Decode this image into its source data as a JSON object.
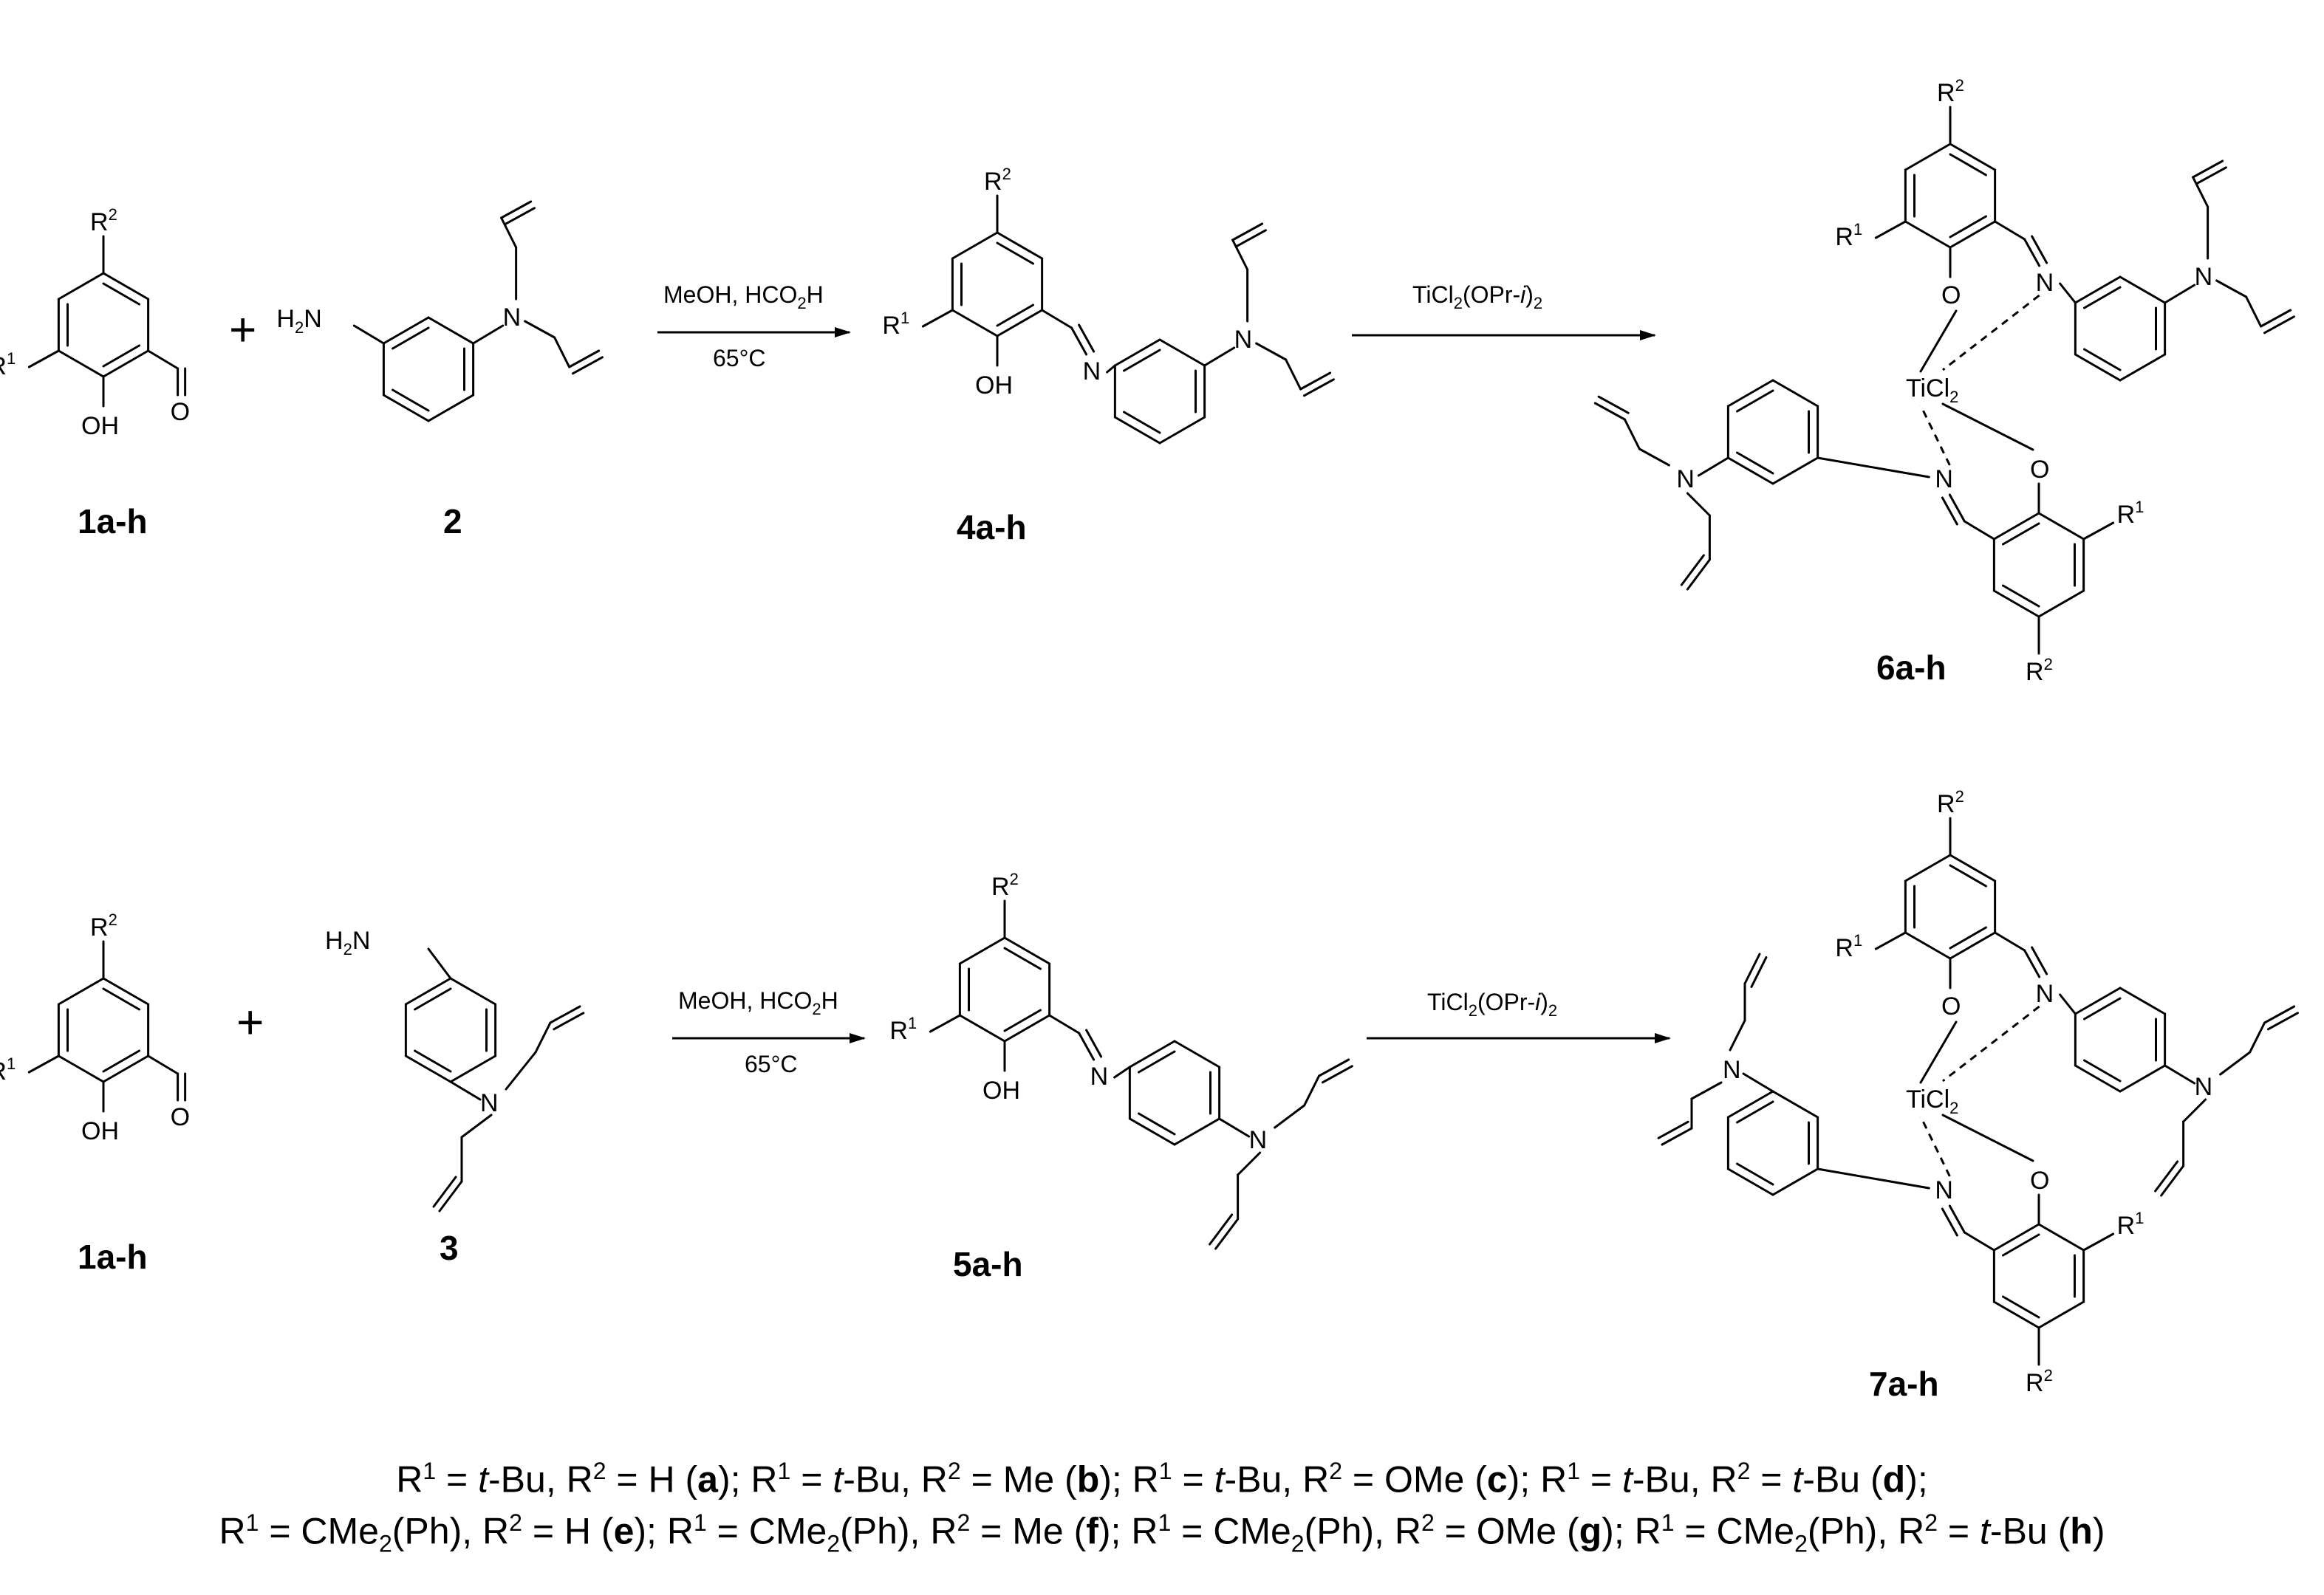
{
  "compound_labels": {
    "aldehyde_top": "1a-h",
    "amine_top": "2",
    "imine_top": "4a-h",
    "complex_top": "6a-h",
    "aldehyde_bottom": "1a-h",
    "amine_bottom": "3",
    "imine_bottom": "5a-h",
    "complex_bottom": "7a-h"
  },
  "atoms": {
    "R": "R",
    "sup1": "1",
    "sup2": "2",
    "OH": "OH",
    "O": "O",
    "N": "N",
    "H2N_H": "H",
    "H2N_sub": "2",
    "H2N_N": "N",
    "TiCl": "TiCl",
    "TiCl_sub": "2",
    "plus": "+"
  },
  "conditions": {
    "step1_line1_a": "MeOH, HCO",
    "step1_line1_sub": "2",
    "step1_line1_b": "H",
    "step1_line2": "65°C",
    "step2_a": "TiCl",
    "step2_sub": "2",
    "step2_b": "(OPr-",
    "step2_i": "i",
    "step2_c": ")",
    "step2_sub2": "2"
  },
  "legend": {
    "line1": [
      {
        "r1": "t-Bu",
        "r2": "H",
        "code": "a"
      },
      {
        "r1": "t-Bu",
        "r2": "Me",
        "code": "b"
      },
      {
        "r1": "t-Bu",
        "r2": "OMe",
        "code": "c"
      },
      {
        "r1": "t-Bu",
        "r2": "t-Bu",
        "code": "d"
      }
    ],
    "line2": [
      {
        "r1": "CMe2(Ph)",
        "r2": "H",
        "code": "e"
      },
      {
        "r1": "CMe2(Ph)",
        "r2": "Me",
        "code": "f"
      },
      {
        "r1": "CMe2(Ph)",
        "r2": "OMe",
        "code": "g"
      },
      {
        "r1": "CMe2(Ph)",
        "r2": "t-Bu",
        "code": "h"
      }
    ],
    "R": "R",
    "eq": " = ",
    "sep": "; ",
    "comma": ", ",
    "t": "t",
    "Bu": "-Bu",
    "CMe": "CMe",
    "Ph": "(Ph)",
    "two": "2",
    "one": "1"
  }
}
